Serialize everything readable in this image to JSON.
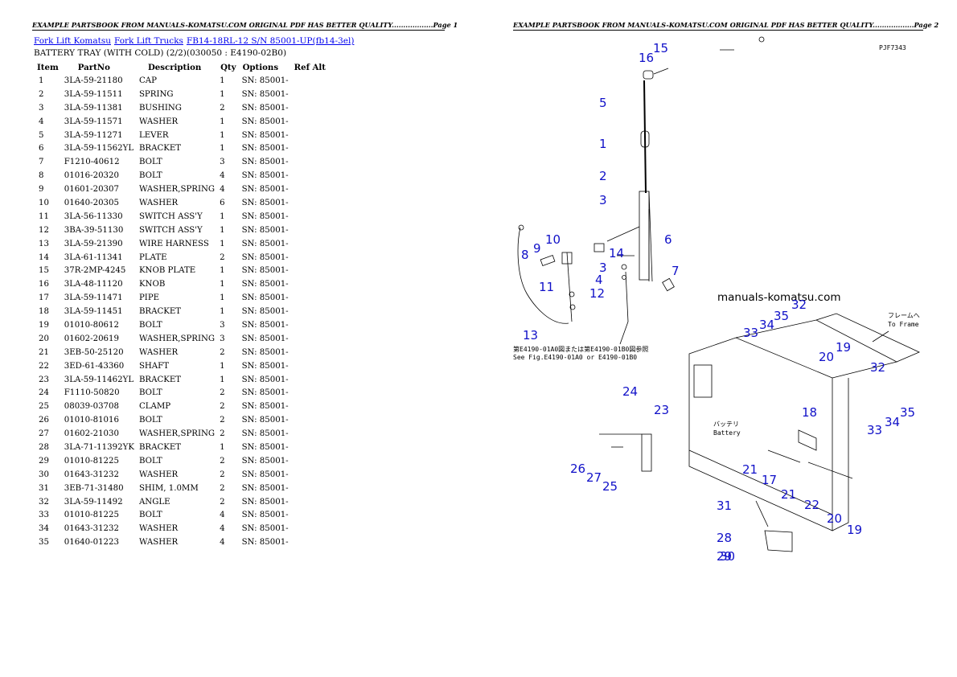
{
  "page1": {
    "header": "EXAMPLE PARTSBOOK FROM MANUALS-KOMATSU.COM ORIGINAL PDF HAS BETTER QUALITY..................Page 1",
    "breadcrumbs": [
      "Fork Lift Komatsu",
      "Fork Lift Trucks",
      "FB14-18RL-12 S/N  85001-UP(fb14-3el)"
    ],
    "subtitle": "BATTERY TRAY (WITH COLD) (2/2)(030050 : E4190-02B0)",
    "columns": [
      "Item",
      "PartNo",
      "Description",
      "Qty",
      "Options",
      "Ref Alt"
    ],
    "rows": [
      [
        "1",
        "3LA-59-21180",
        "CAP",
        "1",
        "SN: 85001-",
        ""
      ],
      [
        "2",
        "3LA-59-11511",
        "SPRING",
        "1",
        "SN: 85001-",
        ""
      ],
      [
        "3",
        "3LA-59-11381",
        "BUSHING",
        "2",
        "SN: 85001-",
        ""
      ],
      [
        "4",
        "3LA-59-11571",
        "WASHER",
        "1",
        "SN: 85001-",
        ""
      ],
      [
        "5",
        "3LA-59-11271",
        "LEVER",
        "1",
        "SN: 85001-",
        ""
      ],
      [
        "6",
        "3LA-59-11562YL",
        "BRACKET",
        "1",
        "SN: 85001-",
        ""
      ],
      [
        "7",
        "F1210-40612",
        "BOLT",
        "3",
        "SN: 85001-",
        ""
      ],
      [
        "8",
        "01016-20320",
        "BOLT",
        "4",
        "SN: 85001-",
        ""
      ],
      [
        "9",
        "01601-20307",
        "WASHER,SPRING",
        "4",
        "SN: 85001-",
        ""
      ],
      [
        "10",
        "01640-20305",
        "WASHER",
        "6",
        "SN: 85001-",
        ""
      ],
      [
        "11",
        "3LA-56-11330",
        "SWITCH ASS'Y",
        "1",
        "SN: 85001-",
        ""
      ],
      [
        "12",
        "3BA-39-51130",
        "SWITCH ASS'Y",
        "1",
        "SN: 85001-",
        ""
      ],
      [
        "13",
        "3LA-59-21390",
        "WIRE HARNESS",
        "1",
        "SN: 85001-",
        ""
      ],
      [
        "14",
        "3LA-61-11341",
        "PLATE",
        "2",
        "SN: 85001-",
        ""
      ],
      [
        "15",
        "37R-2MP-4245",
        "KNOB PLATE",
        "1",
        "SN: 85001-",
        ""
      ],
      [
        "16",
        "3LA-48-11120",
        "KNOB",
        "1",
        "SN: 85001-",
        ""
      ],
      [
        "17",
        "3LA-59-11471",
        "PIPE",
        "1",
        "SN: 85001-",
        ""
      ],
      [
        "18",
        "3LA-59-11451",
        "BRACKET",
        "1",
        "SN: 85001-",
        ""
      ],
      [
        "19",
        "01010-80612",
        "BOLT",
        "3",
        "SN: 85001-",
        ""
      ],
      [
        "20",
        "01602-20619",
        "WASHER,SPRING",
        "3",
        "SN: 85001-",
        ""
      ],
      [
        "21",
        "3EB-50-25120",
        "WASHER",
        "2",
        "SN: 85001-",
        ""
      ],
      [
        "22",
        "3ED-61-43360",
        "SHAFT",
        "1",
        "SN: 85001-",
        ""
      ],
      [
        "23",
        "3LA-59-11462YL",
        "BRACKET",
        "1",
        "SN: 85001-",
        ""
      ],
      [
        "24",
        "F1110-50820",
        "BOLT",
        "2",
        "SN: 85001-",
        ""
      ],
      [
        "25",
        "08039-03708",
        "CLAMP",
        "2",
        "SN: 85001-",
        ""
      ],
      [
        "26",
        "01010-81016",
        "BOLT",
        "2",
        "SN: 85001-",
        ""
      ],
      [
        "27",
        "01602-21030",
        "WASHER,SPRING",
        "2",
        "SN: 85001-",
        ""
      ],
      [
        "28",
        "3LA-71-11392YK",
        "BRACKET",
        "1",
        "SN: 85001-",
        ""
      ],
      [
        "29",
        "01010-81225",
        "BOLT",
        "2",
        "SN: 85001-",
        ""
      ],
      [
        "30",
        "01643-31232",
        "WASHER",
        "2",
        "SN: 85001-",
        ""
      ],
      [
        "31",
        "3EB-71-31480",
        "SHIM, 1.0MM",
        "2",
        "SN: 85001-",
        ""
      ],
      [
        "32",
        "3LA-59-11492",
        "ANGLE",
        "2",
        "SN: 85001-",
        ""
      ],
      [
        "33",
        "01010-81225",
        "BOLT",
        "4",
        "SN: 85001-",
        ""
      ],
      [
        "34",
        "01643-31232",
        "WASHER",
        "4",
        "SN: 85001-",
        ""
      ],
      [
        "35",
        "01640-01223",
        "WASHER",
        "4",
        "SN: 85001-",
        ""
      ]
    ]
  },
  "page2": {
    "header": "EXAMPLE PARTSBOOK FROM MANUALS-KOMATSU.COM ORIGINAL PDF HAS BETTER QUALITY..................Page 2",
    "drawing_code": "PJF7343",
    "watermark": "manuals-komatsu.com",
    "frame_note_jp": "フレームへ",
    "frame_note_en": "To Frame",
    "battery_jp": "バッテリ",
    "battery_en": "Battery",
    "see_fig_jp": "第E4190-01A0図または第E4190-01B0図参照",
    "see_fig_en": "See Fig.E4190-01A0 or E4190-01B0",
    "callouts": [
      "1",
      "2",
      "3",
      "4",
      "5",
      "6",
      "7",
      "8",
      "9",
      "10",
      "11",
      "12",
      "13",
      "14",
      "15",
      "16",
      "17",
      "18",
      "19",
      "20",
      "21",
      "22",
      "23",
      "24",
      "25",
      "26",
      "27",
      "28",
      "29",
      "30",
      "31",
      "32",
      "33",
      "34",
      "35"
    ]
  }
}
